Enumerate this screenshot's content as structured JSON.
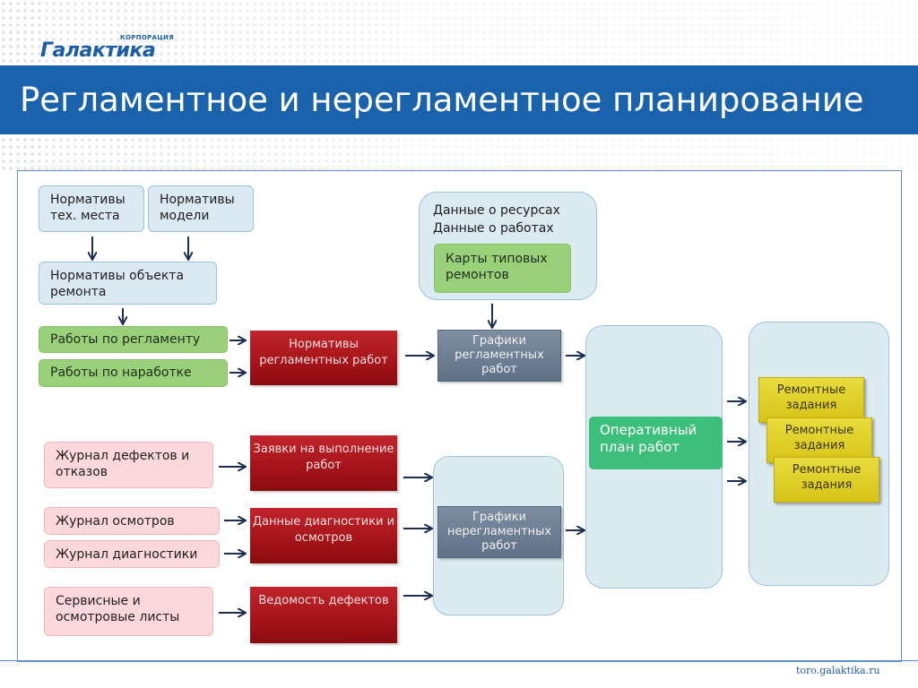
{
  "header": {
    "logo_small": "КОРПОРАЦИЯ",
    "logo_main": "Галактика",
    "title": "Регламентное и нерегламентное планирование"
  },
  "diagram": {
    "norm_tech_place": "Нормативы тех. места",
    "norm_model": "Нормативы модели",
    "norm_object": "Нормативы объекта ремонта",
    "works_regulation": "Работы по регламенту",
    "works_runtime": "Работы по наработке",
    "res_data_1": "Данные о ресурсах",
    "res_data_2": "Данные о работах",
    "repair_cards": "Карты типовых ремонтов",
    "norm_reg_works": "Нормативы регламентных работ",
    "graph_reg_works": "Графики регламентных работ",
    "defect_journal": "Журнал дефектов и отказов",
    "inspection_journal": "Журнал осмотров",
    "diagnostics_journal": "Журнал диагностики",
    "service_sheets": "Сервисные и осмотровые листы",
    "requests": "Заявки на выполнение работ",
    "diag_data": "Данные диагностики и осмотров",
    "defect_list": "Ведомость дефектов",
    "graph_nonreg_works": "Графики нерегламентных работ",
    "operative_plan": "Оперативный план работ",
    "repair_task_1": "Ремонтные задания",
    "repair_task_2": "Ремонтные задания",
    "repair_task_3": "Ремонтные задания"
  },
  "footer": {
    "url": "toro.galaktika.ru"
  },
  "colors": {
    "title_bar": "#1a62ac",
    "red_block": "#a8161c",
    "green_block": "#3bbf7a",
    "yellow_block": "#ddc923"
  }
}
